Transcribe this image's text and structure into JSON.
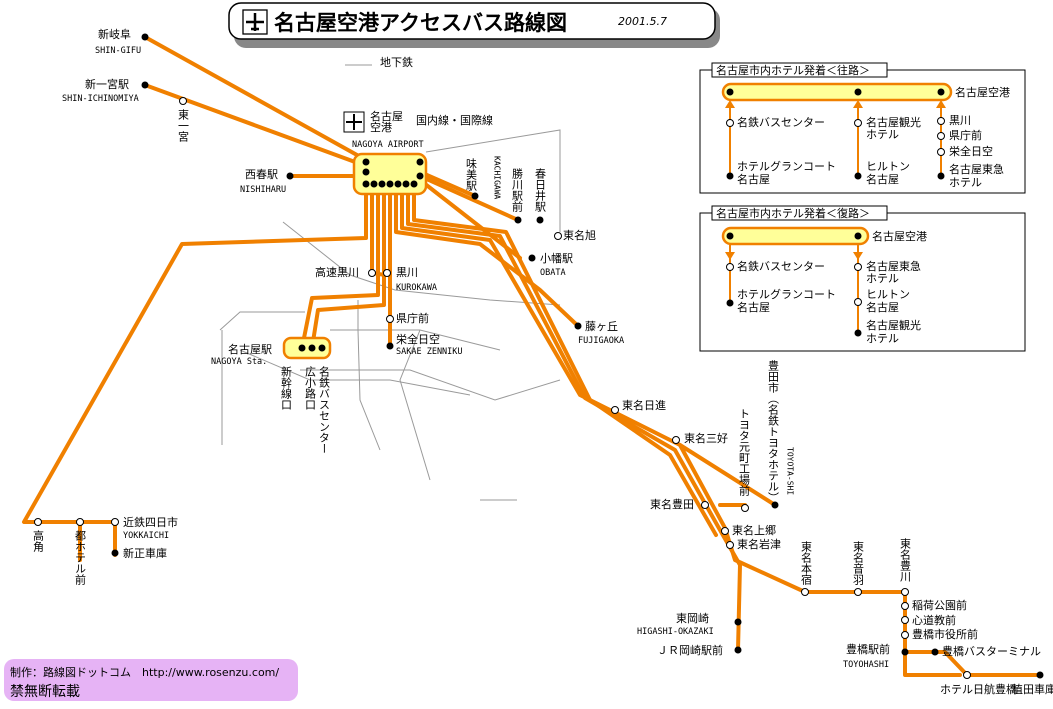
{
  "header": {
    "title": "名古屋空港アクセスバス路線図",
    "date": "2001.5.7"
  },
  "legend": {
    "subway": "地下鉄"
  },
  "airport": {
    "name1": "名古屋",
    "name2": "空港",
    "lines": "国内線・国際線",
    "en": "NAGOYA AIRPORT"
  },
  "stations": {
    "shingifu": "新岐阜",
    "shingifu_en": "SHIN-GIFU",
    "shinichinomiya": "新一宮駅",
    "shinichinomiya_en": "SHIN-ICHINOMIYA",
    "higashiichinomiya": "東一宮",
    "nishiharu": "西春駅",
    "nishiharu_en": "NISHIHARU",
    "ajimaeki": "味美駅",
    "kachigawa": "勝川駅前",
    "kachigawa_en": "KACHIGAWA",
    "kasugai": "春日井駅",
    "tomei_asahi": "東名旭",
    "obata": "小幡駅",
    "obata_en": "OBATA",
    "kosoku_kurokawa": "高速黒川",
    "kurokawa": "黒川",
    "kurokawa_en": "KUROKAWA",
    "kenchomae": "県庁前",
    "sakae": "栄全日空",
    "sakae_en": "SAKAE ZENNIKU",
    "fujigaoka": "藤ヶ丘",
    "fujigaoka_en": "FUJIGAOKA",
    "nagoya": "名古屋駅",
    "nagoya_en": "NAGOYA Sta.",
    "shinkansen": "新幹線口",
    "hirokoji": "広小路口",
    "meitetsu_bc": "名鉄バスセンター",
    "tomei_nisshin": "東名日進",
    "tomei_miyoshi": "東名三好",
    "toyota_city": "豊田市（名鉄トヨタホテル）",
    "toyota_city_en": "TOYOTA-SHI",
    "toyota_motomachi": "トヨタ元町工場前",
    "tomei_toyota": "東名豊田",
    "tomei_kamigo": "東名上郷",
    "tomei_iwazu": "東名岩津",
    "tomei_honjuku": "東名本宿",
    "tomei_otowa": "東名音羽",
    "tomei_toyokawa": "東名豊川",
    "inari": "稲荷公園前",
    "shindo": "心道教前",
    "toyohashi_shiyakusho": "豊橋市役所前",
    "toyohashi": "豊橋駅前",
    "toyohashi_en": "TOYOHASHI",
    "toyohashi_bt": "豊橋バスターミナル",
    "hotel_nikko": "ホテル日航豊橋",
    "ueta": "植田車庫前",
    "higashi_okazaki": "東岡崎",
    "higashi_okazaki_en": "HIGASHI-OKAZAKI",
    "jr_okazaki": "ＪＲ岡崎駅前",
    "takatsuno": "高角",
    "miyako_hotel": "都ホテル前",
    "yokkaichi": "近鉄四日市",
    "yokkaichi_en": "YOKKAICHI",
    "shinsho": "新正車庫"
  },
  "box_out": {
    "title": "名古屋市内ホテル発着＜往路＞",
    "airport": "名古屋空港",
    "bc": "名鉄バスセンター",
    "grandcourt1": "ホテルグランコート",
    "grandcourt2": "名古屋",
    "kanko1": "名古屋観光",
    "kanko2": "ホテル",
    "hilton1": "ヒルトン",
    "hilton2": "名古屋",
    "kurokawa": "黒川",
    "kenchomae": "県庁前",
    "sakae": "栄全日空",
    "tokyu1": "名古屋東急",
    "tokyu2": "ホテル"
  },
  "box_ret": {
    "title": "名古屋市内ホテル発着＜復路＞",
    "airport": "名古屋空港",
    "bc": "名鉄バスセンター",
    "grandcourt1": "ホテルグランコート",
    "grandcourt2": "名古屋",
    "tokyu1": "名古屋東急",
    "tokyu2": "ホテル",
    "hilton1": "ヒルトン",
    "hilton2": "名古屋",
    "kanko1": "名古屋観光",
    "kanko2": "ホテル"
  },
  "credit": {
    "line1": "制作：路線図ドットコム　http://www.rosenzu.com/",
    "line2": "禁無断転載"
  },
  "colors": {
    "route": "#f08000",
    "hub": "#ffff99",
    "subway": "#9a9a9a",
    "credit_bg": "#e6b3f5"
  }
}
